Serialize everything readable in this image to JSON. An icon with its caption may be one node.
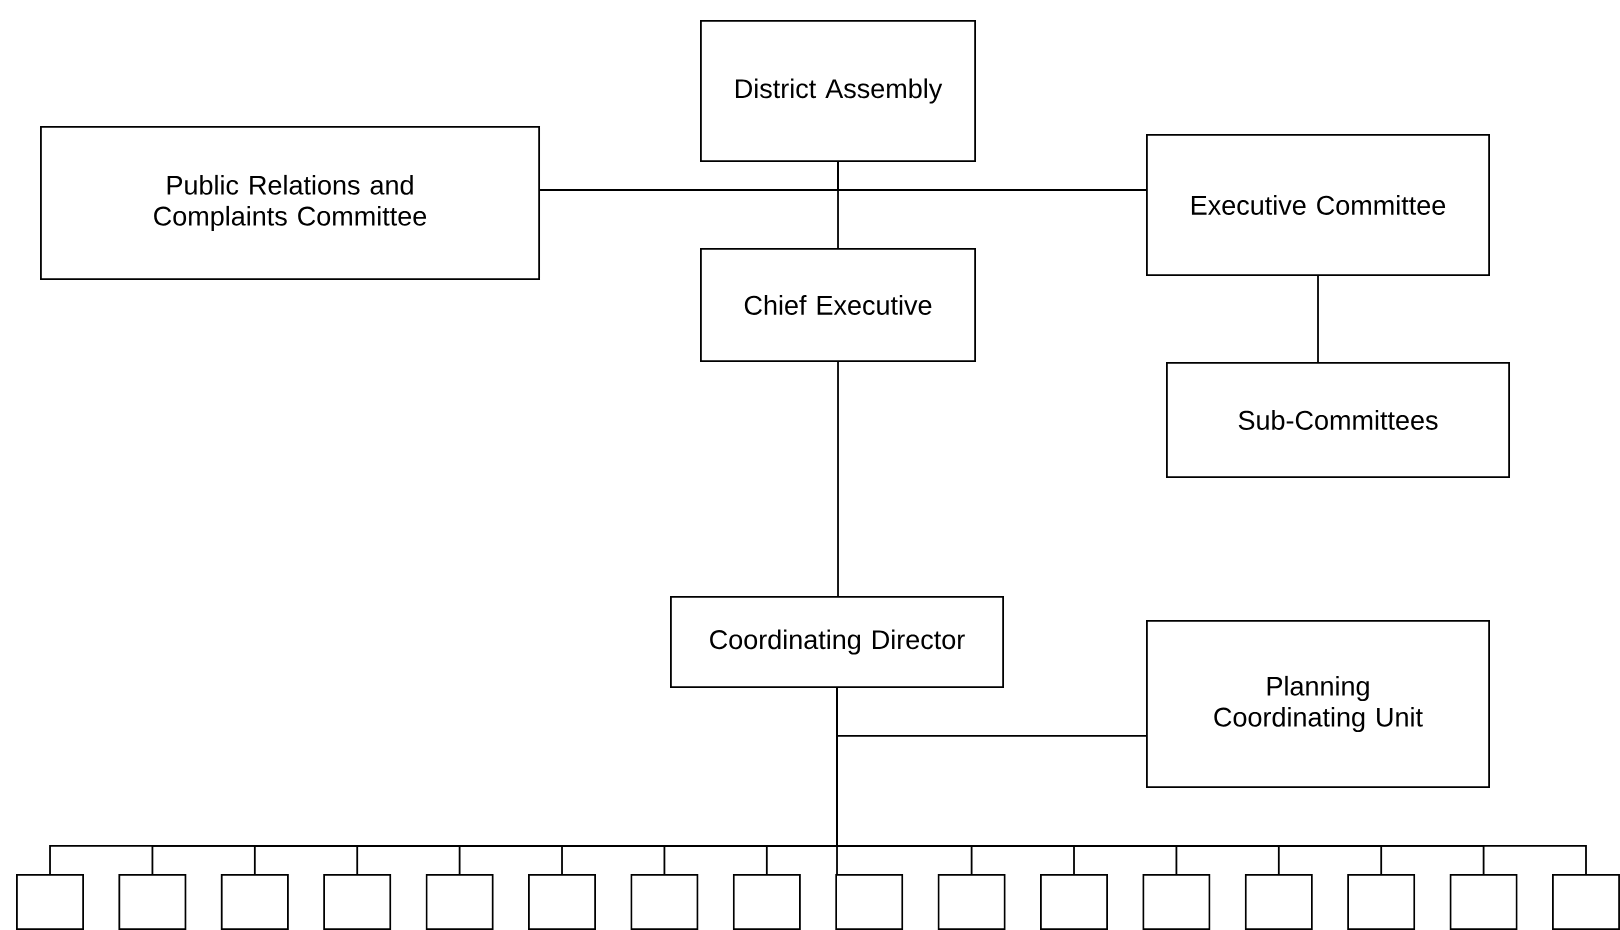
{
  "diagram": {
    "nodes": [
      {
        "text": [
          "District Assembly"
        ]
      },
      {
        "text": [
          "Public Relations and Complaints Committee"
        ]
      },
      {
        "text": [
          "Executive Committee"
        ]
      },
      {
        "text": [
          "Chief Executive"
        ]
      },
      {
        "text": [
          "Sub-Committees"
        ]
      },
      {
        "text": [
          "Coordinating Director"
        ]
      },
      {
        "text": [
          "Planning Coordinating Unit"
        ]
      },
      {
        "text": [],
        "shape": "box"
      },
      {
        "text": [],
        "shape": "box"
      },
      {
        "text": [],
        "shape": "box"
      },
      {
        "text": [],
        "shape": "box"
      },
      {
        "text": [],
        "shape": "box"
      },
      {
        "text": [],
        "shape": "box"
      },
      {
        "text": [],
        "shape": "box"
      },
      {
        "text": [],
        "shape": "box"
      },
      {
        "text": [],
        "shape": "box"
      },
      {
        "text": [],
        "shape": "box"
      },
      {
        "text": [],
        "shape": "box"
      },
      {
        "text": [],
        "shape": "box"
      },
      {
        "text": [],
        "shape": "box"
      },
      {
        "text": [],
        "shape": "box"
      },
      {
        "text": [],
        "shape": "box"
      },
      {
        "text": [],
        "shape": "box"
      }
    ],
    "edges": [
      {
        "from": 0,
        "to": 1,
        "arrow": "none"
      },
      {
        "from": 0,
        "to": 2,
        "arrow": "none"
      },
      {
        "from": 0,
        "to": 3,
        "arrow": "none"
      },
      {
        "from": 2,
        "to": 4,
        "arrow": "none"
      },
      {
        "from": 3,
        "to": 5,
        "arrow": "none"
      },
      {
        "from": 5,
        "to": 6,
        "arrow": "none"
      },
      {
        "from": 5,
        "to": 7,
        "arrow": "none"
      },
      {
        "from": 5,
        "to": 8,
        "arrow": "none"
      },
      {
        "from": 5,
        "to": 9,
        "arrow": "none"
      },
      {
        "from": 5,
        "to": 10,
        "arrow": "none"
      },
      {
        "from": 5,
        "to": 11,
        "arrow": "none"
      },
      {
        "from": 5,
        "to": 12,
        "arrow": "none"
      },
      {
        "from": 5,
        "to": 13,
        "arrow": "none"
      },
      {
        "from": 5,
        "to": 14,
        "arrow": "none"
      },
      {
        "from": 5,
        "to": 15,
        "arrow": "none"
      },
      {
        "from": 5,
        "to": 16,
        "arrow": "none"
      },
      {
        "from": 5,
        "to": 17,
        "arrow": "none"
      },
      {
        "from": 5,
        "to": 18,
        "arrow": "none"
      },
      {
        "from": 5,
        "to": 19,
        "arrow": "none"
      },
      {
        "from": 5,
        "to": 20,
        "arrow": "none"
      },
      {
        "from": 5,
        "to": 21,
        "arrow": "none"
      },
      {
        "from": 5,
        "to": 22,
        "arrow": "none"
      }
    ]
  }
}
